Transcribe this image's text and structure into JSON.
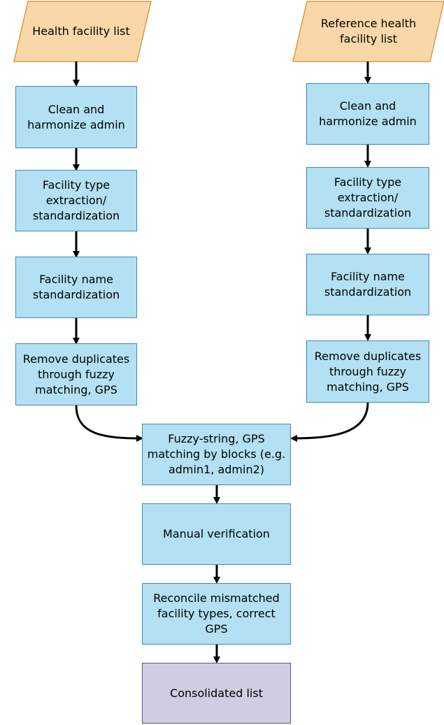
{
  "left_chain": {
    "input": "Health facility list",
    "steps": [
      "Clean and harmonize admin",
      "Facility type extraction/ standardization",
      "Facility name standardization",
      "Remove duplicates through fuzzy matching, GPS"
    ]
  },
  "right_chain": {
    "input": "Reference health facility list",
    "steps": [
      "Clean and harmonize admin",
      "Facility type extraction/ standardization",
      "Facility name standardization",
      "Remove duplicates through fuzzy matching, GPS"
    ]
  },
  "merge_steps": [
    "Fuzzy-string, GPS matching by blocks (e.g. admin1, admin2)",
    "Manual verification",
    "Reconcile mismatched facility types, correct GPS"
  ],
  "output": "Consolidated list",
  "colors": {
    "input_fill": "#fad7a8",
    "input_stroke": "#d79b43",
    "process_fill": "#b3e0f2",
    "process_stroke": "#3b8bb8",
    "output_fill": "#d0cce3",
    "output_stroke": "#5a5488",
    "arrow": "#000000"
  }
}
